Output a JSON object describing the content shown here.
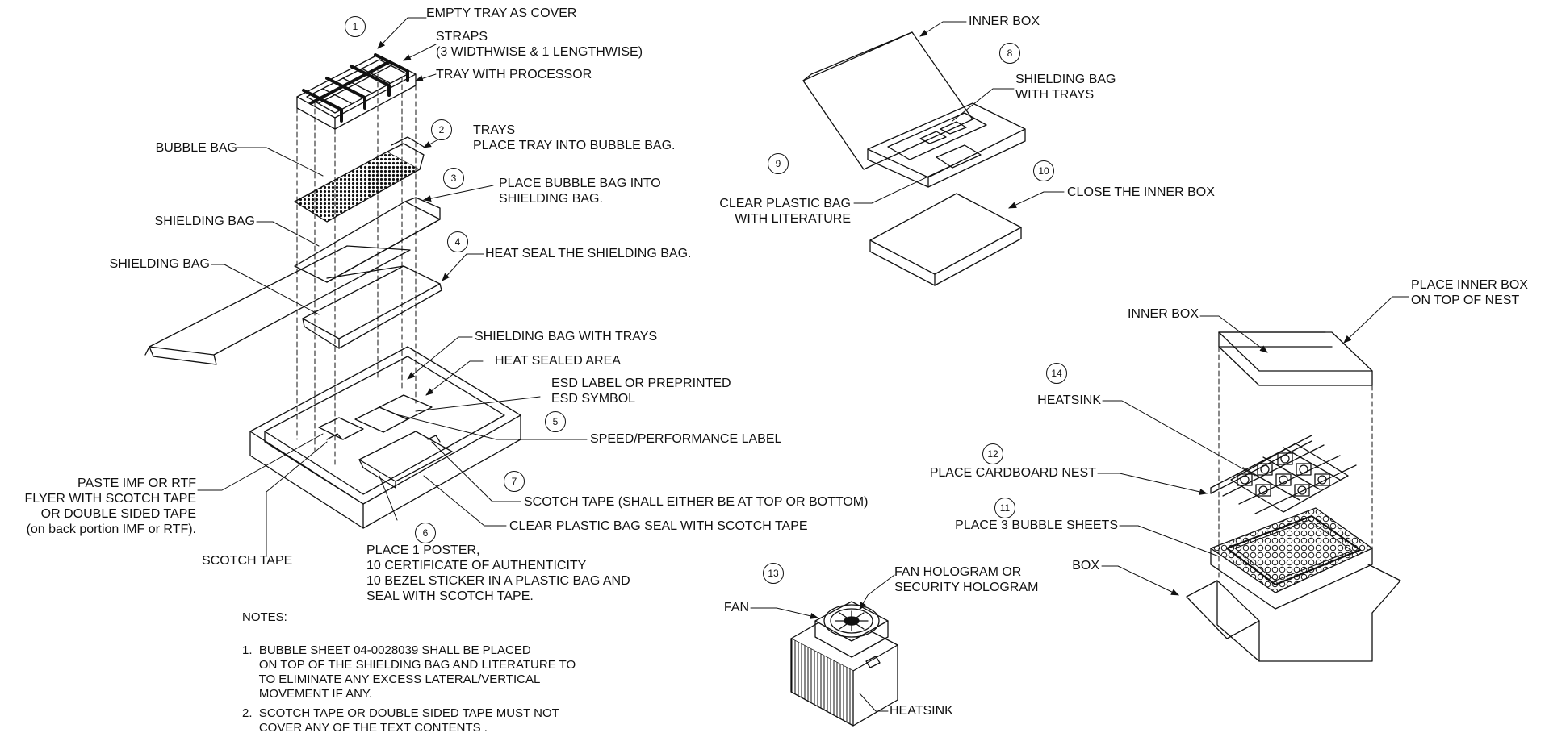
{
  "callouts": {
    "c1": "1",
    "c2": "2",
    "c3": "3",
    "c4": "4",
    "c5": "5",
    "c6": "6",
    "c7": "7",
    "c8": "8",
    "c9": "9",
    "c10": "10",
    "c11": "11",
    "c12": "12",
    "c13": "13",
    "c14": "14"
  },
  "labels": {
    "empty_tray": "EMPTY TRAY AS COVER",
    "straps": "STRAPS\n(3 WIDTHWISE & 1 LENGTHWISE)",
    "tray_with_processor": "TRAY WITH PROCESSOR",
    "bubble_bag": "BUBBLE BAG",
    "trays": "TRAYS\nPLACE TRAY INTO BUBBLE BAG.",
    "place_bubble_bag": "PLACE BUBBLE BAG INTO\nSHIELDING BAG.",
    "shielding_bag_1": "SHIELDING BAG",
    "shielding_bag_2": "SHIELDING BAG",
    "heat_seal": "HEAT SEAL THE SHIELDING BAG.",
    "shielding_bag_trays": "SHIELDING BAG WITH TRAYS",
    "heat_sealed_area": "HEAT SEALED AREA",
    "esd_label": "ESD LABEL OR PREPRINTED\nESD SYMBOL",
    "speed_label": "SPEED/PERFORMANCE LABEL",
    "paste_imf": "PASTE IMF OR RTF\nFLYER WITH SCOTCH TAPE\nOR DOUBLE SIDED TAPE\n(on back portion IMF or RTF).",
    "scotch_tape_top": "SCOTCH TAPE (SHALL EITHER BE AT TOP OR BOTTOM)",
    "clear_bag_seal": "CLEAR PLASTIC BAG SEAL WITH SCOTCH TAPE",
    "scotch_tape": "SCOTCH TAPE",
    "place_poster": "PLACE 1 POSTER,\n10 CERTIFICATE OF AUTHENTICITY\n10 BEZEL STICKER IN A PLASTIC BAG AND\nSEAL WITH SCOTCH TAPE.",
    "inner_box_top": "INNER BOX",
    "shielding_bag_with_trays": "SHIELDING BAG\nWITH TRAYS",
    "clear_plastic_bag": "CLEAR PLASTIC BAG\nWITH LITERATURE",
    "close_inner_box": "CLOSE THE INNER BOX",
    "place_inner_box": "PLACE INNER BOX\nON TOP OF NEST",
    "inner_box_right": "INNER BOX",
    "heatsink_right": "HEATSINK",
    "place_nest": "PLACE CARDBOARD NEST",
    "place_bubble_sheets": "PLACE 3 BUBBLE SHEETS",
    "box": "BOX",
    "fan_hologram": "FAN HOLOGRAM OR\nSECURITY HOLOGRAM",
    "fan": "FAN",
    "heatsink_bottom": "HEATSINK"
  },
  "notes": {
    "title": "NOTES:",
    "n1": "1.  BUBBLE SHEET 04-0028039 SHALL BE PLACED\n     ON TOP OF THE SHIELDING BAG AND LITERATURE TO\n     TO ELIMINATE ANY EXCESS LATERAL/VERTICAL\n     MOVEMENT IF ANY.",
    "n2": "2.  SCOTCH TAPE OR DOUBLE SIDED TAPE MUST NOT\n     COVER ANY OF THE TEXT CONTENTS ."
  }
}
